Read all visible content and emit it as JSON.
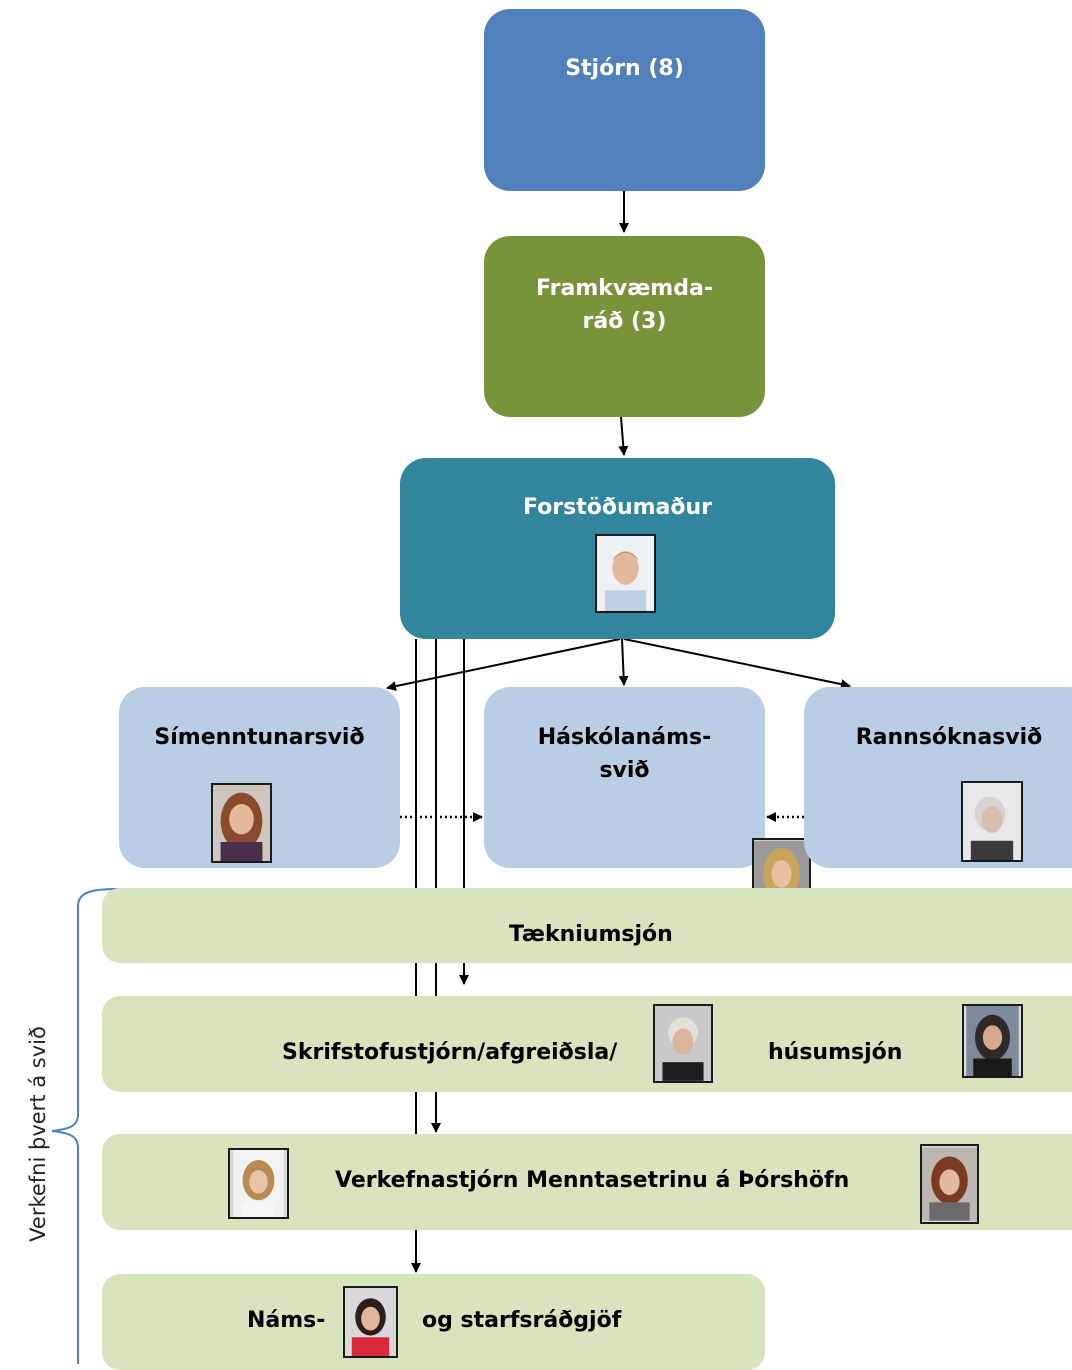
{
  "nodes": {
    "stjorn": "Stjórn (8)",
    "framkvaemdarad": "Framkvæmda-\nráð (3)",
    "forstodumadur": "Forstöðumaður",
    "simenntunarsvid": "Símenntunarsvið",
    "haskolanamssvid": "Háskólanáms-\nsvið",
    "rannsoknasvid": "Rannsóknasvið",
    "tækniumsjon": "Tækniumsjón",
    "skrifstofustjorn": "Skrifstofustjórn/afgreiðsla/",
    "husumsjon": "húsumsjón",
    "verkefnastjorn": "Verkefnastjórn Menntasetrinu á Þórshöfn",
    "nams": "Náms-",
    "starfsradgjof": "og starfsráðgjöf"
  },
  "side_label": "Verkefni þvert á svið",
  "colors": {
    "board": "#5081bd",
    "executive_council": "#77943b",
    "director": "#31859c",
    "divisions": "#b9cde5",
    "cross_tasks": "#d7e4bd",
    "bracket": "#4f81bd"
  }
}
